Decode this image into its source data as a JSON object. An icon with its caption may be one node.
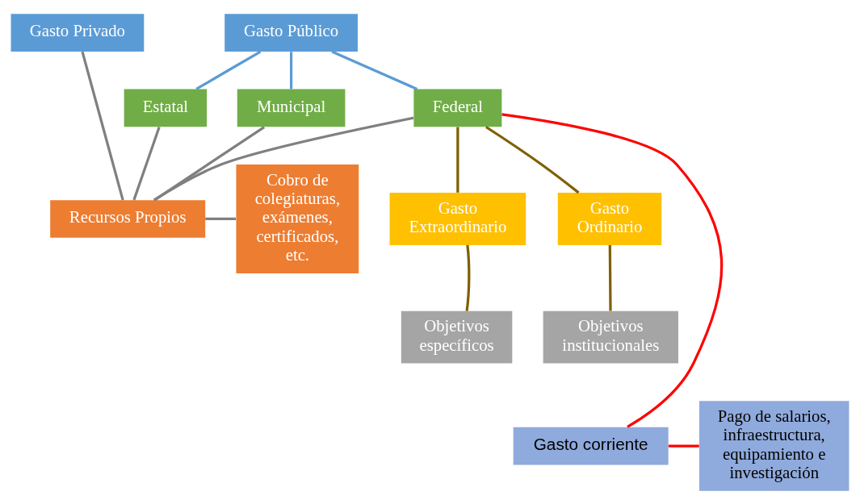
{
  "diagram": {
    "nodes": [
      {
        "text": [
          "Gasto Público"
        ]
      },
      {
        "text": [
          "Gasto Privado"
        ]
      },
      {
        "text": [
          "Federal"
        ]
      },
      {
        "text": [
          "Estatal"
        ]
      },
      {
        "text": [
          "Municipal"
        ]
      },
      {
        "text": [
          "Gasto Ordinario"
        ]
      },
      {
        "text": [
          "Recursos Propios"
        ]
      },
      {
        "text": [
          "Cobro de colegiaturas, exámenes, certificados, etc."
        ]
      },
      {
        "text": [
          "Gasto Extraordinario"
        ]
      },
      {
        "text": [
          "Objetivos específicos"
        ]
      },
      {
        "text": [
          "Objetivos institucionales"
        ]
      },
      {
        "text": [
          "Pago de salarios, infraestructura, equipamiento e investigación"
        ]
      },
      {
        "text": [
          "Gasto corriente"
        ]
      }
    ],
    "edges": [
      {
        "from": 0,
        "to": 2,
        "arrow": "none",
        "color": "#5b9bd5"
      },
      {
        "from": 0,
        "to": 3,
        "arrow": "none",
        "color": "#5b9bd5"
      },
      {
        "from": 0,
        "to": 4,
        "arrow": "none",
        "color": "#5b9bd5"
      },
      {
        "from": 2,
        "to": 6,
        "arrow": "none"
      },
      {
        "from": 3,
        "to": 6,
        "arrow": "none"
      },
      {
        "from": 4,
        "to": 6,
        "arrow": "none"
      },
      {
        "from": 1,
        "to": 6,
        "arrow": "none"
      },
      {
        "from": 6,
        "to": 7,
        "arrow": "none"
      },
      {
        "from": 2,
        "to": 5,
        "arrow": "none",
        "color": "#7f6000"
      },
      {
        "from": 2,
        "to": 8,
        "arrow": "none",
        "color": "#7f6000"
      },
      {
        "from": 8,
        "to": 9,
        "arrow": "none",
        "color": "#7f6000"
      },
      {
        "from": 5,
        "to": 10,
        "arrow": "none",
        "color": "#7f6000"
      },
      {
        "from": 2,
        "to": 12,
        "arrow": "none",
        "color": "#ff0000"
      },
      {
        "from": 12,
        "to": 11,
        "arrow": "none",
        "color": "#ff0000"
      }
    ]
  }
}
